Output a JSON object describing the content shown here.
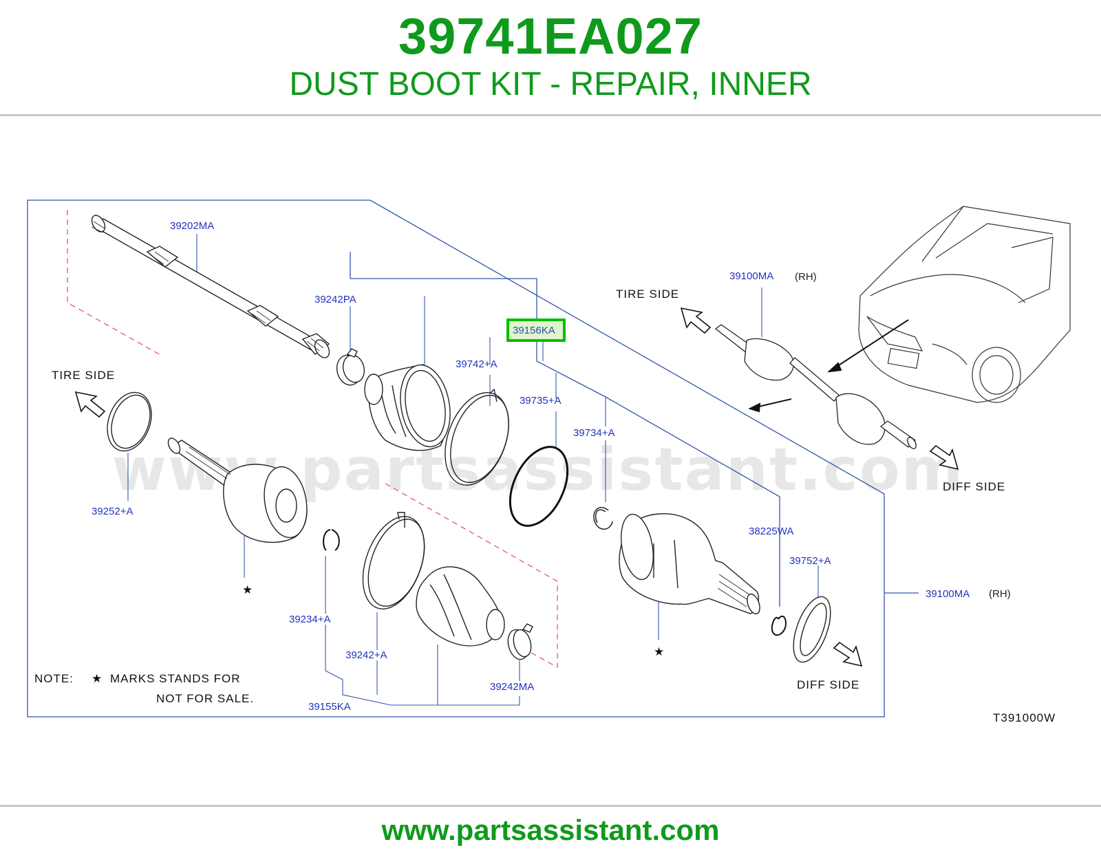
{
  "header": {
    "part_number": "39741EA027",
    "part_name": "DUST BOOT KIT - REPAIR, INNER"
  },
  "footer": {
    "url": "www.partsassistant.com"
  },
  "colors": {
    "brand_green": "#0f9a1c",
    "callout_blue": "#2233bb",
    "highlight_green": "#00c000",
    "highlight_fill": "#e2f3d0",
    "guide_red": "#e05050",
    "frame_blue": "#3355aa"
  },
  "diagram": {
    "watermark": "www.partsassistant.com",
    "diagram_code": "T391000W",
    "highlighted_part": "39156KA",
    "callouts": {
      "c39202MA": "39202MA",
      "c39242PA": "39242PA",
      "c39156KA": "39156KA",
      "c39742A": "39742+A",
      "c39735A": "39735+A",
      "c39734A": "39734+A",
      "c39252A": "39252+A",
      "c39100MA_top": "39100MA",
      "rh_top": "(RH)",
      "c38225WA": "38225WA",
      "c39752A": "39752+A",
      "c39100MA_right": "39100MA",
      "rh_right": "(RH)",
      "c39234A": "39234+A",
      "c39242A": "39242+A",
      "c39242MA": "39242MA",
      "c39155KA": "39155KA"
    },
    "labels": {
      "tire_side_left": "TIRE   SIDE",
      "tire_side_top": "TIRE   SIDE",
      "diff_side_right": "DIFF   SIDE",
      "diff_side_bottom": "DIFF   SIDE",
      "note_label": "NOTE:",
      "note_line1": "MARKS   STANDS   FOR",
      "note_line2": "NOT   FOR   SALE.",
      "star": "★"
    }
  }
}
